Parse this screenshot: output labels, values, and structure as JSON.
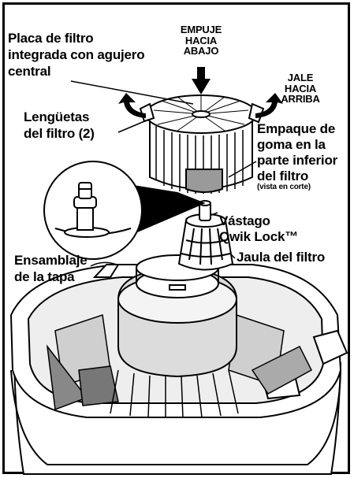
{
  "labels": {
    "placa": [
      "Placa de filtro",
      "integrada con agujero",
      "central"
    ],
    "empuje": [
      "EMPUJE",
      "HACIA",
      "ABAJO"
    ],
    "jale": [
      "JALE",
      "HACIA",
      "ARRIBA"
    ],
    "lenguetas": [
      "Lengüetas",
      "del filtro (2)"
    ],
    "empaque": [
      "Empaque de",
      "goma en la",
      "parte inferior",
      "del filtro"
    ],
    "empaque_note": "(vista en corte)",
    "vastago": [
      "Vástago",
      "Qwik Lock™"
    ],
    "jaula": "Jaula del filtro",
    "ensamblaje": [
      "Ensamblaje",
      "de la tapa"
    ]
  },
  "colors": {
    "line": "#000000",
    "background": "#ffffff",
    "shade": "#bbbbbb",
    "dark": "#555555"
  }
}
